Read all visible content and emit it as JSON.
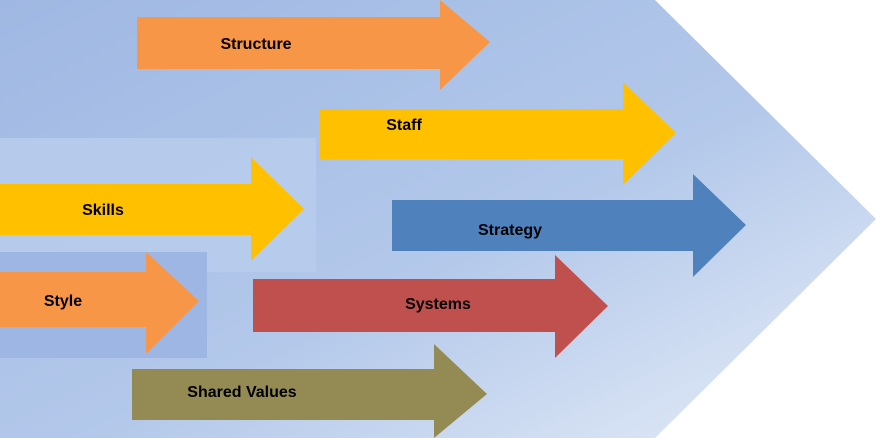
{
  "diagram": {
    "arrows": [
      {
        "id": "structure",
        "label": "Structure",
        "color": "#F79646"
      },
      {
        "id": "staff",
        "label": "Staff",
        "color": "#FFC000"
      },
      {
        "id": "skills",
        "label": "Skills",
        "color": "#FFC000"
      },
      {
        "id": "strategy",
        "label": "Strategy",
        "color": "#4F81BD"
      },
      {
        "id": "style",
        "label": "Style",
        "color": "#F79646"
      },
      {
        "id": "systems",
        "label": "Systems",
        "color": "#C0504D"
      },
      {
        "id": "shared-values",
        "label": "Shared Values",
        "color": "#948A54"
      }
    ],
    "background_color": "#A7BFE6"
  }
}
